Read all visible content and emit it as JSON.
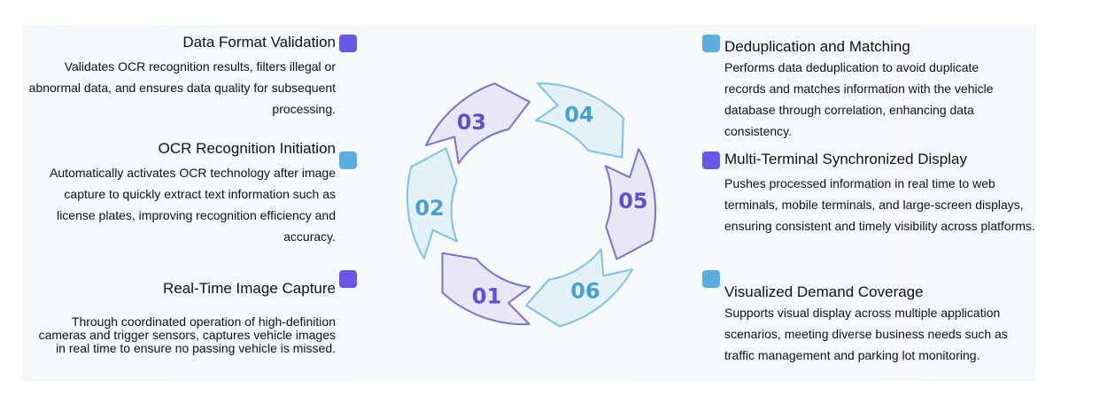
{
  "left_items": [
    {
      "id": "format",
      "title": "Data Format Validation",
      "desc": "Validates OCR recognition results, filters illegal or abnormal data, and ensures data quality for subsequent processing.",
      "marker": "purple"
    },
    {
      "id": "ocr",
      "title": "OCR Recognition Initiation",
      "desc": "Automatically activates OCR technology after image capture to quickly extract text information such as license plates, improving recognition efficiency and accuracy.",
      "marker": "blue"
    },
    {
      "id": "capture",
      "title": "Real-Time Image Capture",
      "desc": "Through coordinated operation of high-definition cameras and trigger sensors, captures vehicle images in real time to ensure no passing vehicle is missed.",
      "marker": "purple"
    }
  ],
  "right_items": [
    {
      "id": "dedup",
      "title": "Deduplication and Matching",
      "desc": "Performs data deduplication to avoid duplicate records and matches information with the vehicle database through correlation, enhancing data consistency.",
      "marker": "blue"
    },
    {
      "id": "sync",
      "title": "Multi-Terminal Synchronized Display",
      "desc": "Pushes processed information in real time to web terminals, mobile terminals, and large-screen displays, ensuring consistent and timely visibility across platforms.",
      "marker": "purple"
    },
    {
      "id": "coverage",
      "title": "Visualized Demand Coverage",
      "desc": "Supports visual display across multiple application scenarios, meeting diverse business needs such as traffic management and parking lot monitoring.",
      "marker": "blue"
    }
  ],
  "cycle_steps": [
    {
      "label": "01",
      "theme": "purple"
    },
    {
      "label": "02",
      "theme": "blue"
    },
    {
      "label": "03",
      "theme": "purple"
    },
    {
      "label": "04",
      "theme": "blue"
    },
    {
      "label": "05",
      "theme": "purple"
    },
    {
      "label": "06",
      "theme": "blue"
    }
  ],
  "colors": {
    "purple_marker": "#6657e8",
    "blue_marker": "#5aaee0",
    "purple_fill": "#e9e6f8",
    "purple_stroke": "#7b6fd8",
    "purple_text": "#5f50d3",
    "blue_fill": "#e3f1f9",
    "blue_stroke": "#7cc2e6",
    "blue_text": "#4a9fd2"
  }
}
